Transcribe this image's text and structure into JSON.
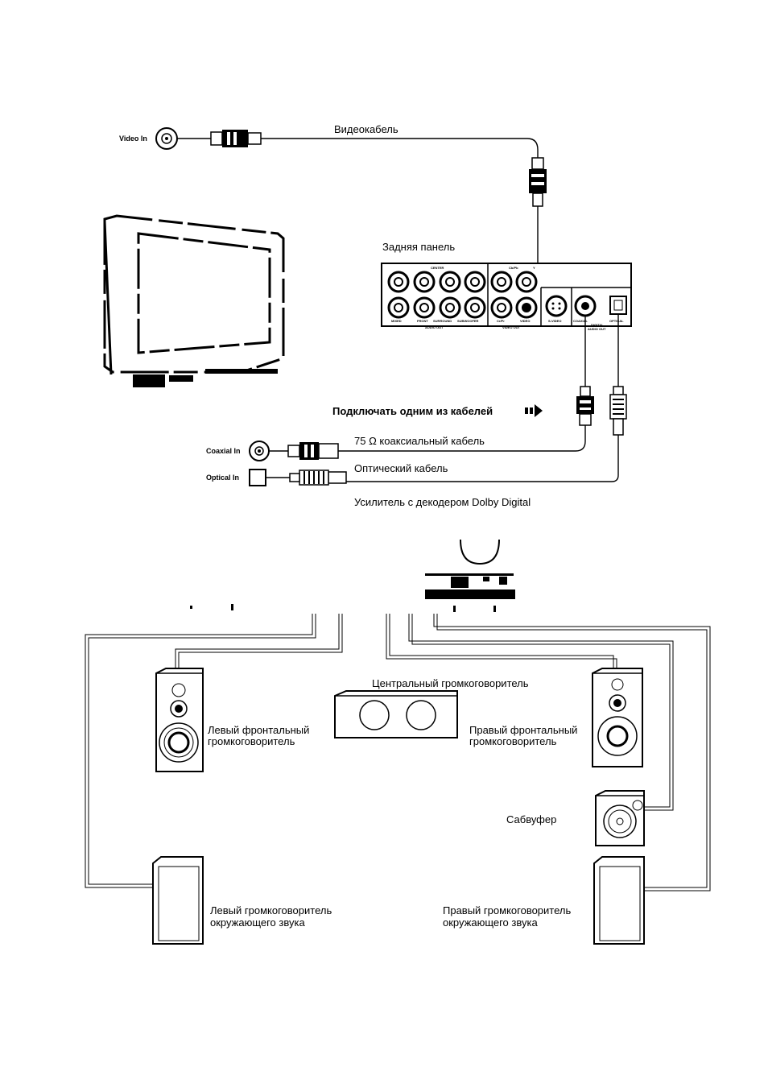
{
  "labels": {
    "video_in": "Video In",
    "video_cable": "Видеокабель",
    "rear_panel": "Задняя панель",
    "connect_one": "Подключать одним из кабелей",
    "coax_cable": "75 Ω коаксиальный кабель",
    "optical_cable": "Оптический кабель",
    "coaxial_in": "Coaxial In",
    "optical_in": "Optical In",
    "amplifier": "Усилитель с декодером Dolby Digital",
    "center_speaker": "Центральный громкоговоритель",
    "left_front_1": "Левый фронтальный",
    "left_front_2": "громкоговоритель",
    "right_front_1": "Правый фронтальный",
    "right_front_2": "громкоговоритель",
    "subwoofer": "Сабвуфер",
    "left_surround_1": "Левый громкоговоритель",
    "left_surround_2": "окружающего звука",
    "right_surround_1": "Правый громкоговоритель",
    "right_surround_2": "окружающего звука"
  },
  "panel": {
    "center": "CENTER",
    "cb_pb": "Cb/Pb",
    "y": "Y",
    "mixed": "MIXED",
    "front": "FRONT",
    "surround": "SURROUND",
    "subwoofer": "SUBWOOFER",
    "cr_pr": "Cr/Pr",
    "video": "VIDEO",
    "s_video": "S-VIDEO",
    "coaxial": "COAXIAL",
    "optical": "OPTICAL",
    "digital": "DIGITAL",
    "audio_out": "AUDIO OUT",
    "video_out": "VIDEO OUT",
    "digital_audio_out": "AUDIO OUT"
  }
}
